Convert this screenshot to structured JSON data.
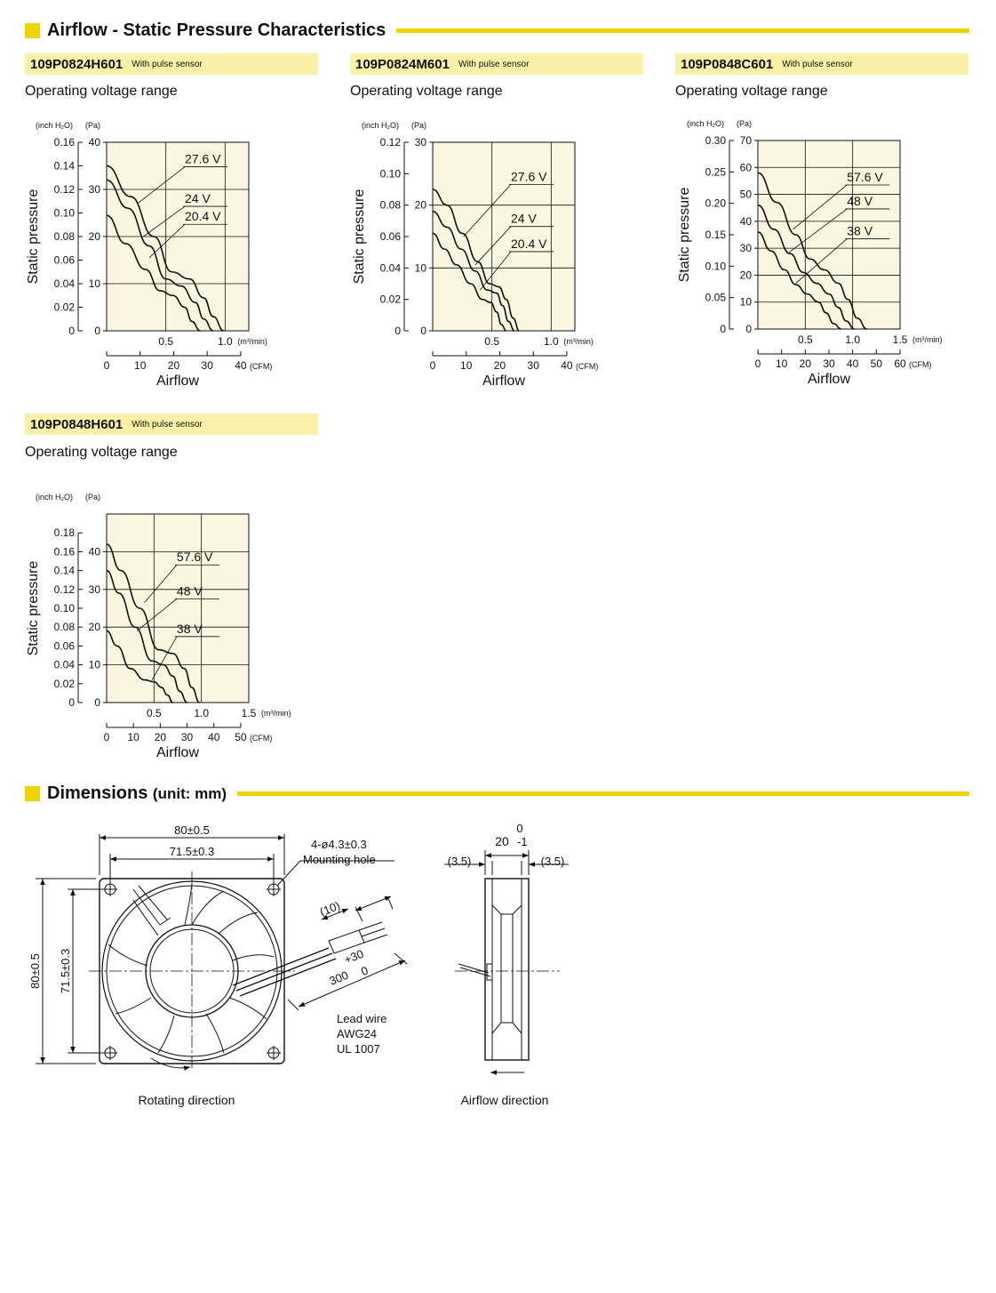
{
  "page": {
    "section1_title": "Airflow - Static Pressure Characteristics",
    "section2_title": "Dimensions",
    "section2_unit": "(unit: mm)",
    "accent_color": "#f0d400",
    "model_bar_color": "#fbf0a8",
    "plot_bg_color": "#fbf6df"
  },
  "chart_data": [
    {
      "type": "line",
      "model": "109P0824H601",
      "model_note": "With pulse sensor",
      "subtitle": "Operating voltage range",
      "ylabel": "Static pressure",
      "xlabel": "Airflow",
      "y1_unit": "(inch H₂O)",
      "y2_unit": "(Pa)",
      "x1_unit": "(m³/min)",
      "x2_unit": "(CFM)",
      "x_range": [
        0,
        1.2
      ],
      "y_range": [
        0,
        40
      ],
      "x_grid": [
        0.5,
        1.0
      ],
      "y_grid": [
        10,
        20,
        30,
        40
      ],
      "x1_ticks": [
        {
          "v": 0.5,
          "label": "0.5"
        },
        {
          "v": 1.0,
          "label": "1.0"
        }
      ],
      "x2_range": [
        0,
        42.4
      ],
      "x2_ticks": [
        {
          "v": 0,
          "label": "0"
        },
        {
          "v": 10,
          "label": "10"
        },
        {
          "v": 20,
          "label": "20"
        },
        {
          "v": 30,
          "label": "30"
        },
        {
          "v": 40,
          "label": "40"
        }
      ],
      "y2_ticks": [
        {
          "v": 0,
          "label": "0"
        },
        {
          "v": 10,
          "label": "10"
        },
        {
          "v": 20,
          "label": "20"
        },
        {
          "v": 30,
          "label": "30"
        },
        {
          "v": 40,
          "label": "40"
        }
      ],
      "y1_range": [
        0,
        0.16
      ],
      "y1_ticks": [
        {
          "v": 0,
          "label": "0"
        },
        {
          "v": 0.02,
          "label": "0.02"
        },
        {
          "v": 0.04,
          "label": "0.04"
        },
        {
          "v": 0.06,
          "label": "0.06"
        },
        {
          "v": 0.08,
          "label": "0.08"
        },
        {
          "v": 0.1,
          "label": "0.10"
        },
        {
          "v": 0.12,
          "label": "0.12"
        },
        {
          "v": 0.14,
          "label": "0.14"
        },
        {
          "v": 0.16,
          "label": "0.16"
        }
      ],
      "series": [
        {
          "name": "27.6 V",
          "x": [
            0,
            0.2,
            0.4,
            0.55,
            0.7,
            0.82,
            0.9,
            0.99
          ],
          "y": [
            35,
            28.5,
            20,
            12.5,
            11,
            7,
            3,
            0
          ],
          "label_at": [
            0.66,
            34.8
          ],
          "arrow_to": [
            0.26,
            27
          ]
        },
        {
          "name": "24 V",
          "x": [
            0,
            0.18,
            0.36,
            0.5,
            0.63,
            0.75,
            0.82,
            0.9
          ],
          "y": [
            32,
            26,
            18,
            11,
            9.5,
            6,
            2.5,
            0
          ],
          "label_at": [
            0.66,
            26.4
          ],
          "arrow_to": [
            0.31,
            20
          ]
        },
        {
          "name": "20.4 V",
          "x": [
            0,
            0.16,
            0.33,
            0.45,
            0.56,
            0.66,
            0.72,
            0.79
          ],
          "y": [
            24.5,
            18.5,
            13,
            8.5,
            7.5,
            5,
            2,
            0
          ],
          "label_at": [
            0.66,
            22.6
          ],
          "arrow_to": [
            0.36,
            15.5
          ]
        }
      ]
    },
    {
      "type": "line",
      "model": "109P0824M601",
      "model_note": "With pulse sensor",
      "subtitle": "Operating voltage range",
      "ylabel": "Static pressure",
      "xlabel": "Airflow",
      "y1_unit": "(inch H₂O)",
      "y2_unit": "(Pa)",
      "x1_unit": "(m³/min)",
      "x2_unit": "(CFM)",
      "x_range": [
        0,
        1.2
      ],
      "y_range": [
        0,
        30
      ],
      "x_grid": [
        0.5,
        1.0
      ],
      "y_grid": [
        10,
        20,
        30
      ],
      "x1_ticks": [
        {
          "v": 0.5,
          "label": "0.5"
        },
        {
          "v": 1.0,
          "label": "1.0"
        }
      ],
      "x2_range": [
        0,
        42.4
      ],
      "x2_ticks": [
        {
          "v": 0,
          "label": "0"
        },
        {
          "v": 10,
          "label": "10"
        },
        {
          "v": 20,
          "label": "20"
        },
        {
          "v": 30,
          "label": "30"
        },
        {
          "v": 40,
          "label": "40"
        }
      ],
      "y2_ticks": [
        {
          "v": 0,
          "label": "0"
        },
        {
          "v": 10,
          "label": "10"
        },
        {
          "v": 20,
          "label": "20"
        },
        {
          "v": 30,
          "label": "30"
        }
      ],
      "y1_range": [
        0,
        0.12
      ],
      "y1_ticks": [
        {
          "v": 0,
          "label": "0"
        },
        {
          "v": 0.02,
          "label": "0.02"
        },
        {
          "v": 0.04,
          "label": "0.04"
        },
        {
          "v": 0.06,
          "label": "0.06"
        },
        {
          "v": 0.08,
          "label": "0.08"
        },
        {
          "v": 0.1,
          "label": "0.10"
        },
        {
          "v": 0.12,
          "label": "0.12"
        }
      ],
      "series": [
        {
          "name": "27.6 V",
          "x": [
            0,
            0.12,
            0.25,
            0.38,
            0.48,
            0.56,
            0.62,
            0.68,
            0.73
          ],
          "y": [
            22.5,
            20,
            15.5,
            11,
            7.5,
            7,
            5,
            2,
            0
          ],
          "label_at": [
            0.66,
            23.3
          ],
          "arrow_to": [
            0.26,
            15
          ]
        },
        {
          "name": "24 V",
          "x": [
            0,
            0.12,
            0.24,
            0.36,
            0.46,
            0.54,
            0.59,
            0.64,
            0.69
          ],
          "y": [
            19,
            16.5,
            13,
            9.5,
            6.5,
            6,
            4,
            1.5,
            0
          ],
          "label_at": [
            0.66,
            16.6
          ],
          "arrow_to": [
            0.36,
            10.5
          ]
        },
        {
          "name": "20.4 V",
          "x": [
            0,
            0.1,
            0.2,
            0.32,
            0.42,
            0.49,
            0.54,
            0.58,
            0.62
          ],
          "y": [
            15.5,
            13,
            10.5,
            7.5,
            5,
            4.5,
            3,
            1,
            0
          ],
          "label_at": [
            0.66,
            12.6
          ],
          "arrow_to": [
            0.4,
            6.5
          ]
        }
      ]
    },
    {
      "type": "line",
      "model": "109P0848C601",
      "model_note": "With pulse sensor",
      "subtitle": "Operating voltage range",
      "ylabel": "Static pressure",
      "xlabel": "Airflow",
      "y1_unit": "(inch H₂O)",
      "y2_unit": "(Pa)",
      "x1_unit": "(m³/min)",
      "x2_unit": "(CFM)",
      "x_range": [
        0,
        1.5
      ],
      "y_range": [
        0,
        70
      ],
      "x_grid": [
        0.5,
        1.0
      ],
      "y_grid": [
        10,
        20,
        30,
        40,
        50,
        60,
        70
      ],
      "x1_ticks": [
        {
          "v": 0.5,
          "label": "0.5"
        },
        {
          "v": 1.0,
          "label": "1.0"
        },
        {
          "v": 1.5,
          "label": "1.5"
        }
      ],
      "x2_range": [
        0,
        60
      ],
      "x2_ticks": [
        {
          "v": 0,
          "label": "0"
        },
        {
          "v": 10,
          "label": "10"
        },
        {
          "v": 20,
          "label": "20"
        },
        {
          "v": 30,
          "label": "30"
        },
        {
          "v": 40,
          "label": "40"
        },
        {
          "v": 50,
          "label": "50"
        },
        {
          "v": 60,
          "label": "60"
        }
      ],
      "y2_ticks": [
        {
          "v": 0,
          "label": "0"
        },
        {
          "v": 10,
          "label": "10"
        },
        {
          "v": 20,
          "label": "20"
        },
        {
          "v": 30,
          "label": "30"
        },
        {
          "v": 40,
          "label": "40"
        },
        {
          "v": 50,
          "label": "50"
        },
        {
          "v": 60,
          "label": "60"
        },
        {
          "v": 70,
          "label": "70"
        }
      ],
      "y1_range": [
        0,
        0.3
      ],
      "y1_ticks": [
        {
          "v": 0,
          "label": "0"
        },
        {
          "v": 0.05,
          "label": "0.05"
        },
        {
          "v": 0.1,
          "label": "0.10"
        },
        {
          "v": 0.15,
          "label": "0.15"
        },
        {
          "v": 0.2,
          "label": "0.20"
        },
        {
          "v": 0.25,
          "label": "0.25"
        },
        {
          "v": 0.3,
          "label": "0.30"
        }
      ],
      "series": [
        {
          "name": "57.6 V",
          "x": [
            0,
            0.2,
            0.4,
            0.55,
            0.7,
            0.85,
            0.95,
            1.05,
            1.15
          ],
          "y": [
            58,
            47,
            35,
            26,
            22,
            17,
            11,
            4,
            0
          ],
          "label_at": [
            0.94,
            53.5
          ],
          "arrow_to": [
            0.37,
            37
          ]
        },
        {
          "name": "48 V",
          "x": [
            0,
            0.17,
            0.34,
            0.48,
            0.62,
            0.75,
            0.85,
            0.93,
            1.02
          ],
          "y": [
            46,
            37,
            28,
            21,
            17,
            13,
            8,
            3,
            0
          ],
          "label_at": [
            0.94,
            44.6
          ],
          "arrow_to": [
            0.33,
            28.5
          ]
        },
        {
          "name": "38 V",
          "x": [
            0,
            0.14,
            0.28,
            0.4,
            0.52,
            0.64,
            0.72,
            0.8,
            0.88
          ],
          "y": [
            36,
            29,
            22,
            16.5,
            13,
            10,
            6,
            2,
            0
          ],
          "label_at": [
            0.94,
            33.5
          ],
          "arrow_to": [
            0.4,
            17
          ]
        }
      ]
    },
    {
      "type": "line",
      "model": "109P0848H601",
      "model_note": "With pulse sensor",
      "subtitle": "Operating voltage range",
      "ylabel": "Static pressure",
      "xlabel": "Airflow",
      "y1_unit": "(inch H₂O)",
      "y2_unit": "(Pa)",
      "x1_unit": "(m³/min)",
      "x2_unit": "(CFM)",
      "x_range": [
        0,
        1.5
      ],
      "y_range": [
        0,
        50
      ],
      "x_grid": [
        0.5,
        1.0
      ],
      "y_grid": [
        10,
        20,
        30,
        40,
        50
      ],
      "x1_ticks": [
        {
          "v": 0.5,
          "label": "0.5"
        },
        {
          "v": 1.0,
          "label": "1.0"
        },
        {
          "v": 1.5,
          "label": "1.5"
        }
      ],
      "x2_range": [
        0,
        53
      ],
      "x2_ticks": [
        {
          "v": 0,
          "label": "0"
        },
        {
          "v": 10,
          "label": "10"
        },
        {
          "v": 20,
          "label": "20"
        },
        {
          "v": 30,
          "label": "30"
        },
        {
          "v": 40,
          "label": "40"
        },
        {
          "v": 50,
          "label": "50"
        }
      ],
      "y2_ticks": [
        {
          "v": 0,
          "label": "0"
        },
        {
          "v": 10,
          "label": "10"
        },
        {
          "v": 20,
          "label": "20"
        },
        {
          "v": 30,
          "label": "30"
        },
        {
          "v": 40,
          "label": "40"
        }
      ],
      "y1_range": [
        0,
        0.2
      ],
      "y1_ticks": [
        {
          "v": 0,
          "label": "0"
        },
        {
          "v": 0.02,
          "label": "0.02"
        },
        {
          "v": 0.04,
          "label": "0.04"
        },
        {
          "v": 0.06,
          "label": "0.06"
        },
        {
          "v": 0.08,
          "label": "0.08"
        },
        {
          "v": 0.1,
          "label": "0.10"
        },
        {
          "v": 0.12,
          "label": "0.12"
        },
        {
          "v": 0.14,
          "label": "0.14"
        },
        {
          "v": 0.16,
          "label": "0.16"
        },
        {
          "v": 0.18,
          "label": "0.18"
        }
      ],
      "series": [
        {
          "name": "57.6 V",
          "x": [
            0,
            0.15,
            0.35,
            0.55,
            0.7,
            0.82,
            0.9,
            0.98
          ],
          "y": [
            42,
            35,
            25,
            14,
            13,
            9,
            4,
            0
          ],
          "label_at": [
            0.74,
            36.5
          ],
          "arrow_to": [
            0.4,
            26.5
          ]
        },
        {
          "name": "48 V",
          "x": [
            0,
            0.13,
            0.3,
            0.48,
            0.6,
            0.7,
            0.77,
            0.85
          ],
          "y": [
            35,
            29,
            20,
            11,
            10,
            7,
            3,
            0
          ],
          "label_at": [
            0.74,
            27.5
          ],
          "arrow_to": [
            0.32,
            19
          ]
        },
        {
          "name": "38 V",
          "x": [
            0,
            0.11,
            0.25,
            0.4,
            0.5,
            0.58,
            0.64,
            0.7
          ],
          "y": [
            19,
            15,
            9,
            6,
            5.5,
            4,
            2,
            0
          ],
          "label_at": [
            0.74,
            17.5
          ],
          "arrow_to": [
            0.48,
            6
          ]
        }
      ]
    }
  ],
  "dimensions": {
    "front": {
      "width": "80±0.5",
      "hole_pitch": "71.5±0.3",
      "height": "80±0.5",
      "hole_pitch_v": "71.5±0.3",
      "mounting_hole_spec": "4-ø4.3±0.3",
      "mounting_hole_label": "Mounting hole",
      "strip_length": "(10)",
      "lead_tol_plus": "+30",
      "lead_tol_minus": "0",
      "lead_length": "300",
      "lead_wire_1": "Lead wire",
      "lead_wire_2": "AWG24",
      "lead_wire_3": "UL 1007",
      "caption": "Rotating direction"
    },
    "side": {
      "tol_top": "0",
      "thickness": "20",
      "tol_bottom": "-1",
      "flange_left": "(3.5)",
      "flange_right": "(3.5)",
      "caption": "Airflow direction"
    }
  }
}
